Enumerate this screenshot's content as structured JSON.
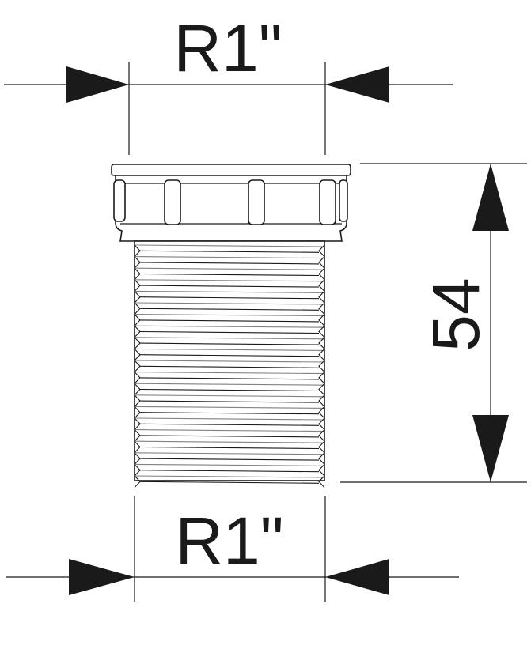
{
  "dimensions": {
    "top_diameter": "R1\"",
    "bottom_diameter": "R1\"",
    "height": "54"
  },
  "colors": {
    "line": "#1a1a1a",
    "background": "#ffffff"
  }
}
